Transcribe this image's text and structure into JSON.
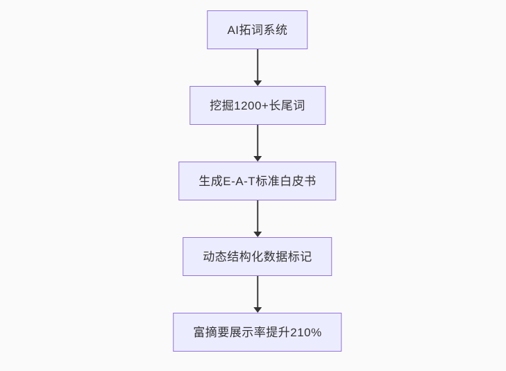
{
  "diagram": {
    "type": "flowchart",
    "direction": "top-down",
    "nodes": [
      {
        "label": "AI拓词系统"
      },
      {
        "label": "挖掘1200+长尾词"
      },
      {
        "label": "生成E-A-T标准白皮书"
      },
      {
        "label": "动态结构化数据标记"
      },
      {
        "label": "富摘要展示率提升210%"
      }
    ],
    "edges": [
      {
        "from": "AI拓词系统",
        "to": "挖掘1200+长尾词"
      },
      {
        "from": "挖掘1200+长尾词",
        "to": "生成E-A-T标准白皮书"
      },
      {
        "from": "生成E-A-T标准白皮书",
        "to": "动态结构化数据标记"
      },
      {
        "from": "动态结构化数据标记",
        "to": "富摘要展示率提升210%"
      }
    ],
    "colors": {
      "background": "#fafafa",
      "node_fill": "#ececff",
      "node_border": "#9370db",
      "node_text": "#333333",
      "arrow": "#333333"
    }
  }
}
